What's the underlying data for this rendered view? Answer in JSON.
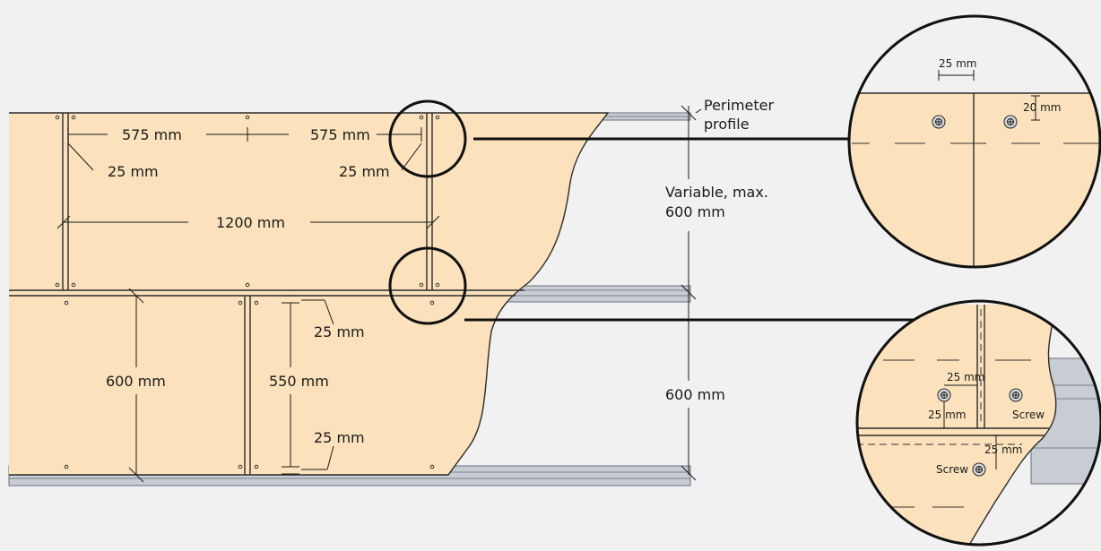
{
  "colors": {
    "background": "#f1f1f2",
    "board": "#fbe2bc",
    "profile": "#c8ccd3",
    "line": "#1a1a1a"
  },
  "labels": {
    "perimeter_profile_line1": "Perimeter",
    "perimeter_profile_line2": "profile",
    "variable_line1": "Variable, max.",
    "variable_line2": "600 mm",
    "dim_575_left": "575 mm",
    "dim_575_right": "575 mm",
    "dim_25_left": "25 mm",
    "dim_25_right": "25 mm",
    "dim_1200": "1200 mm",
    "dim_600_board": "600 mm",
    "dim_550": "550 mm",
    "dim_25_upper": "25 mm",
    "dim_25_lower": "25 mm",
    "dim_600_right": "600 mm",
    "detail1_25": "25 mm",
    "detail1_20": "20 mm",
    "detail2_25_top": "25 mm",
    "detail2_25_left": "25 mm",
    "detail2_25_bottom": "25 mm",
    "detail2_screw_right": "Screw",
    "detail2_screw_bottom": "Screw"
  },
  "icons": [
    "screw-icon"
  ]
}
